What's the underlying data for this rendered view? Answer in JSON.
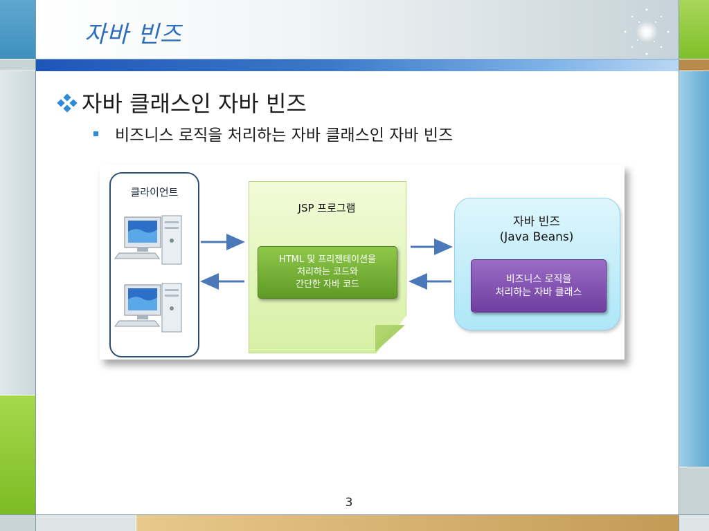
{
  "slide": {
    "title": "자바 빈즈",
    "page_number": "3"
  },
  "bullets": {
    "level1": "자바 클래스인 자바 빈즈",
    "level2": "비즈니스 로직을 처리하는 자바 클래스인 자바 빈즈"
  },
  "diagram": {
    "client_label": "클라이언트",
    "jsp_label": "JSP 프로그램",
    "jsp_box_lines": [
      "HTML 및 프리젠테이션을",
      "처리하는 코드와",
      "간단한 자바 코드"
    ],
    "beans_title": "자바 빈즈",
    "beans_subtitle": "(Java Beans)",
    "beans_box_lines": [
      "비즈니스 로직을",
      "처리하는 자바 클래스"
    ]
  },
  "colors": {
    "title": "#2e6fbd",
    "bullet_marker": "#2f8ad8",
    "arrow": "#4a78b8",
    "jsp_box": "#6fa832",
    "beans_box": "#7d4fb0"
  },
  "icons": [
    "diamond-bullet-icon",
    "square-bullet-icon",
    "desktop-computer-icon",
    "arrow-right-icon",
    "arrow-left-icon",
    "sparkle-icon"
  ]
}
